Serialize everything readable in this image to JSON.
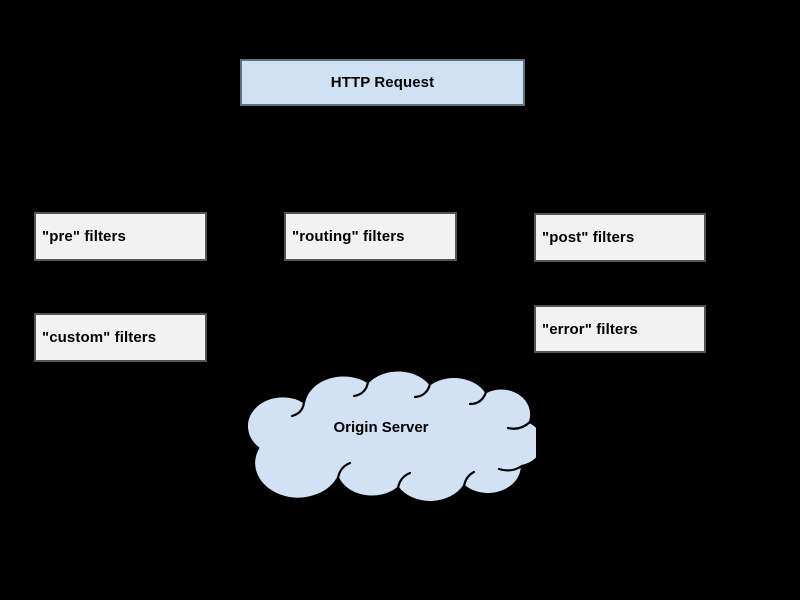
{
  "canvas": {
    "background": "#000000"
  },
  "colors": {
    "box_blue_fill": "#cfe2f3",
    "box_blue_border": "#5f7082",
    "box_gray_fill": "#f2f2f2",
    "box_gray_border": "#545454",
    "cloud_fill": "#d2e2f4",
    "cloud_stroke": "#000000",
    "text": "#000000"
  },
  "nodes": {
    "http_request": {
      "label": "HTTP Request"
    },
    "pre_filters": {
      "label": "\"pre\" filters"
    },
    "routing_filters": {
      "label": "\"routing\" filters"
    },
    "post_filters": {
      "label": "\"post\" filters"
    },
    "custom_filters": {
      "label": "\"custom\" filters"
    },
    "error_filters": {
      "label": "\"error\" filters"
    },
    "origin_server": {
      "label": "Origin Server"
    }
  }
}
